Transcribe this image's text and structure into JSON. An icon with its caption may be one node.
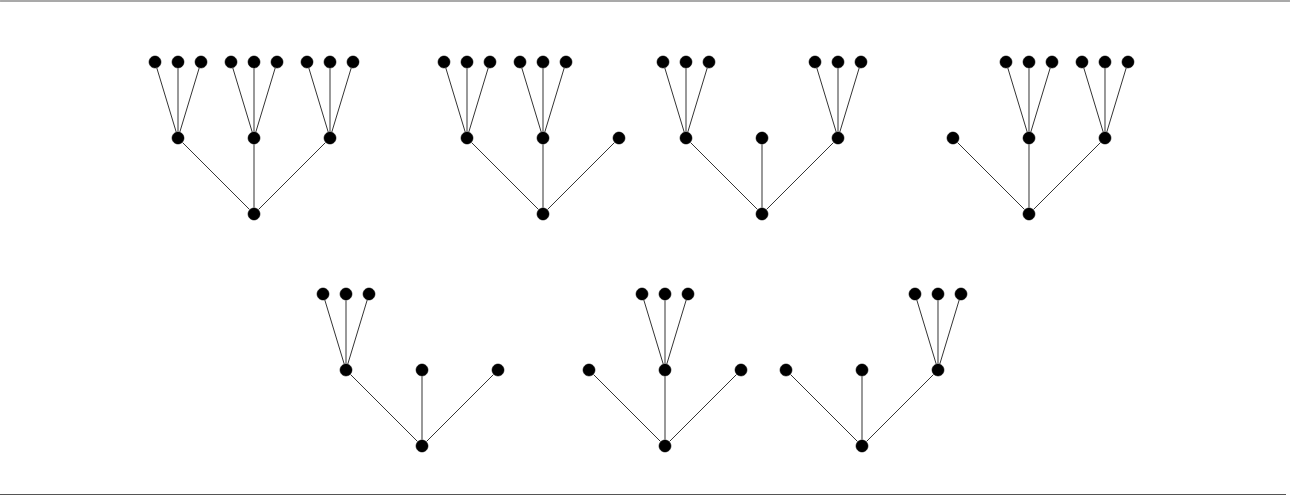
{
  "diagram": {
    "nodes": [
      {
        "text": [],
        "shape": "circle"
      },
      {
        "text": [],
        "shape": "circle"
      },
      {
        "text": [],
        "shape": "circle"
      },
      {
        "text": [],
        "shape": "circle"
      },
      {
        "text": [],
        "shape": "circle"
      },
      {
        "text": [],
        "shape": "circle"
      },
      {
        "text": [],
        "shape": "circle"
      },
      {
        "text": [],
        "shape": "circle"
      },
      {
        "text": [],
        "shape": "circle"
      },
      {
        "text": [],
        "shape": "circle"
      },
      {
        "text": [],
        "shape": "circle"
      },
      {
        "text": [],
        "shape": "circle"
      },
      {
        "text": [],
        "shape": "circle"
      },
      {
        "text": [],
        "shape": "circle"
      },
      {
        "text": [],
        "shape": "circle"
      },
      {
        "text": [],
        "shape": "circle"
      },
      {
        "text": [],
        "shape": "circle"
      },
      {
        "text": [],
        "shape": "circle"
      },
      {
        "text": [],
        "shape": "circle"
      },
      {
        "text": [],
        "shape": "circle"
      },
      {
        "text": [],
        "shape": "circle"
      },
      {
        "text": [],
        "shape": "circle"
      },
      {
        "text": [],
        "shape": "circle"
      },
      {
        "text": [],
        "shape": "circle"
      },
      {
        "text": [],
        "shape": "circle"
      },
      {
        "text": [],
        "shape": "circle"
      },
      {
        "text": [],
        "shape": "circle"
      },
      {
        "text": [],
        "shape": "circle"
      },
      {
        "text": [],
        "shape": "circle"
      },
      {
        "text": [],
        "shape": "circle"
      },
      {
        "text": [],
        "shape": "circle"
      },
      {
        "text": [],
        "shape": "circle"
      },
      {
        "text": [],
        "shape": "circle"
      },
      {
        "text": [],
        "shape": "circle"
      },
      {
        "text": [],
        "shape": "circle"
      },
      {
        "text": [],
        "shape": "circle"
      },
      {
        "text": [],
        "shape": "circle"
      },
      {
        "text": [],
        "shape": "circle"
      },
      {
        "text": [],
        "shape": "circle"
      },
      {
        "text": [],
        "shape": "circle"
      },
      {
        "text": [],
        "shape": "circle"
      },
      {
        "text": [],
        "shape": "circle"
      },
      {
        "text": [],
        "shape": "circle"
      },
      {
        "text": [],
        "shape": "circle"
      },
      {
        "text": [],
        "shape": "circle"
      },
      {
        "text": [],
        "shape": "circle"
      },
      {
        "text": [],
        "shape": "circle"
      },
      {
        "text": [],
        "shape": "circle"
      },
      {
        "text": [],
        "shape": "circle"
      },
      {
        "text": [],
        "shape": "circle"
      },
      {
        "text": [],
        "shape": "circle"
      },
      {
        "text": [],
        "shape": "circle"
      },
      {
        "text": [],
        "shape": "circle"
      },
      {
        "text": [],
        "shape": "circle"
      },
      {
        "text": [],
        "shape": "circle"
      },
      {
        "text": [],
        "shape": "circle"
      },
      {
        "text": [],
        "shape": "circle"
      },
      {
        "text": [],
        "shape": "circle"
      },
      {
        "text": [],
        "shape": "circle"
      },
      {
        "text": [],
        "shape": "circle"
      },
      {
        "text": [],
        "shape": "circle"
      },
      {
        "text": [],
        "shape": "circle"
      },
      {
        "text": [],
        "shape": "circle"
      },
      {
        "text": [],
        "shape": "circle"
      }
    ],
    "edges": [
      {
        "from": 12,
        "to": 9,
        "arrow": "none"
      },
      {
        "from": 12,
        "to": 10,
        "arrow": "none"
      },
      {
        "from": 12,
        "to": 11,
        "arrow": "none"
      },
      {
        "from": 9,
        "to": 0,
        "arrow": "none"
      },
      {
        "from": 9,
        "to": 1,
        "arrow": "none"
      },
      {
        "from": 9,
        "to": 2,
        "arrow": "none"
      },
      {
        "from": 10,
        "to": 3,
        "arrow": "none"
      },
      {
        "from": 10,
        "to": 4,
        "arrow": "none"
      },
      {
        "from": 10,
        "to": 5,
        "arrow": "none"
      },
      {
        "from": 11,
        "to": 6,
        "arrow": "none"
      },
      {
        "from": 11,
        "to": 7,
        "arrow": "none"
      },
      {
        "from": 11,
        "to": 8,
        "arrow": "none"
      },
      {
        "from": 22,
        "to": 19,
        "arrow": "none"
      },
      {
        "from": 22,
        "to": 20,
        "arrow": "none"
      },
      {
        "from": 22,
        "to": 21,
        "arrow": "none"
      },
      {
        "from": 19,
        "to": 13,
        "arrow": "none"
      },
      {
        "from": 19,
        "to": 14,
        "arrow": "none"
      },
      {
        "from": 19,
        "to": 15,
        "arrow": "none"
      },
      {
        "from": 20,
        "to": 16,
        "arrow": "none"
      },
      {
        "from": 20,
        "to": 17,
        "arrow": "none"
      },
      {
        "from": 20,
        "to": 18,
        "arrow": "none"
      },
      {
        "from": 32,
        "to": 29,
        "arrow": "none"
      },
      {
        "from": 32,
        "to": 30,
        "arrow": "none"
      },
      {
        "from": 32,
        "to": 31,
        "arrow": "none"
      },
      {
        "from": 29,
        "to": 23,
        "arrow": "none"
      },
      {
        "from": 29,
        "to": 24,
        "arrow": "none"
      },
      {
        "from": 29,
        "to": 25,
        "arrow": "none"
      },
      {
        "from": 31,
        "to": 26,
        "arrow": "none"
      },
      {
        "from": 31,
        "to": 27,
        "arrow": "none"
      },
      {
        "from": 31,
        "to": 28,
        "arrow": "none"
      },
      {
        "from": 42,
        "to": 39,
        "arrow": "none"
      },
      {
        "from": 42,
        "to": 40,
        "arrow": "none"
      },
      {
        "from": 42,
        "to": 41,
        "arrow": "none"
      },
      {
        "from": 40,
        "to": 33,
        "arrow": "none"
      },
      {
        "from": 40,
        "to": 34,
        "arrow": "none"
      },
      {
        "from": 40,
        "to": 35,
        "arrow": "none"
      },
      {
        "from": 41,
        "to": 36,
        "arrow": "none"
      },
      {
        "from": 41,
        "to": 37,
        "arrow": "none"
      },
      {
        "from": 41,
        "to": 38,
        "arrow": "none"
      },
      {
        "from": 49,
        "to": 46,
        "arrow": "none"
      },
      {
        "from": 49,
        "to": 47,
        "arrow": "none"
      },
      {
        "from": 49,
        "to": 48,
        "arrow": "none"
      },
      {
        "from": 46,
        "to": 43,
        "arrow": "none"
      },
      {
        "from": 46,
        "to": 44,
        "arrow": "none"
      },
      {
        "from": 46,
        "to": 45,
        "arrow": "none"
      },
      {
        "from": 56,
        "to": 53,
        "arrow": "none"
      },
      {
        "from": 56,
        "to": 54,
        "arrow": "none"
      },
      {
        "from": 56,
        "to": 55,
        "arrow": "none"
      },
      {
        "from": 54,
        "to": 50,
        "arrow": "none"
      },
      {
        "from": 54,
        "to": 51,
        "arrow": "none"
      },
      {
        "from": 54,
        "to": 52,
        "arrow": "none"
      },
      {
        "from": 63,
        "to": 60,
        "arrow": "none"
      },
      {
        "from": 63,
        "to": 61,
        "arrow": "none"
      },
      {
        "from": 63,
        "to": 62,
        "arrow": "none"
      },
      {
        "from": 62,
        "to": 57,
        "arrow": "none"
      },
      {
        "from": 62,
        "to": 58,
        "arrow": "none"
      },
      {
        "from": 62,
        "to": 59,
        "arrow": "none"
      }
    ]
  }
}
